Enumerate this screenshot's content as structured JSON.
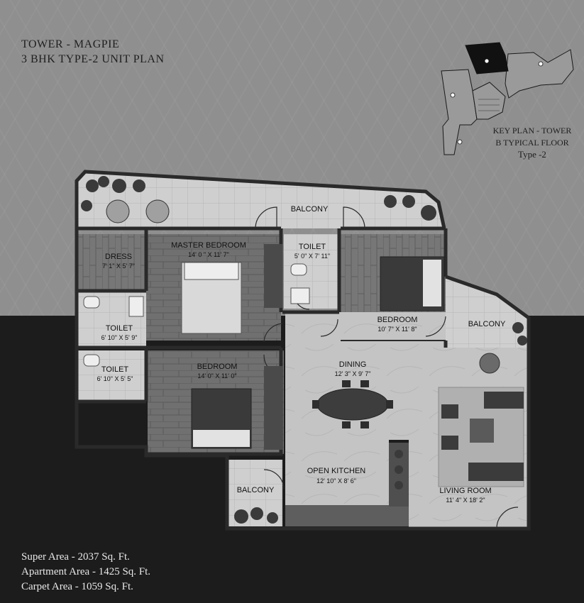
{
  "header": {
    "tower": "TOWER - MAGPIE",
    "unit_plan": "3 BHK TYPE-2 UNIT PLAN"
  },
  "key_plan": {
    "line1": "KEY PLAN  - TOWER",
    "line2": "B TYPICAL FLOOR",
    "line3": "Type -2"
  },
  "rooms": {
    "balcony_top": "BALCONY",
    "dress": {
      "name": "DRESS",
      "size": "7' 1\" X 5' 7\""
    },
    "master_bedroom": {
      "name": "MASTER BEDROOM",
      "size": "14' 0 \" X 11' 7\""
    },
    "toilet_top": {
      "name": "TOILET",
      "size": "5' 0\" X 7' 11\""
    },
    "bedroom_right": {
      "name": "BEDROOM",
      "size": "10' 7\" X 11' 8\""
    },
    "toilet_left1": {
      "name": "TOILET",
      "size": "6' 10\" X 5' 9\""
    },
    "toilet_left2": {
      "name": "TOILET",
      "size": "6' 10\" X 5' 5\""
    },
    "bedroom_left": {
      "name": "BEDROOM",
      "size": "14' 0\" X 11' 0\""
    },
    "balcony_right": "BALCONY",
    "dining": {
      "name": "DINING",
      "size": "12' 3\" X 9' 7\""
    },
    "open_kitchen": {
      "name": "OPEN KITCHEN",
      "size": "12' 10\" X 8' 6\""
    },
    "balcony_bottom": "BALCONY",
    "living_room": {
      "name": "LIVING ROOM",
      "size": "11' 4\" X 18' 2\""
    }
  },
  "areas": {
    "super": "Super Area - 2037 Sq. Ft.",
    "apartment": "Apartment Area - 1425 Sq. Ft.",
    "carpet": "Carpet Area - 1059 Sq. Ft."
  },
  "colors": {
    "top_background": "#8f8f8f",
    "bottom_background": "#1c1c1c",
    "wall": "#2a2a2a",
    "floor_tile": "#c9c9c9",
    "wood_floor": "#6e6e6e"
  }
}
